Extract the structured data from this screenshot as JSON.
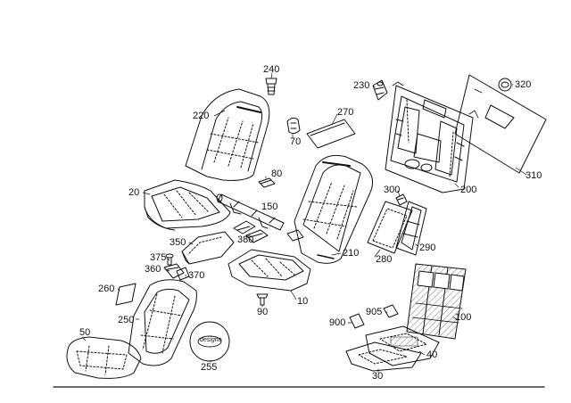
{
  "diagram": {
    "part_numbers": [
      "240",
      "230",
      "320",
      "220",
      "270",
      "70",
      "80",
      "20",
      "150",
      "300",
      "200",
      "310",
      "350",
      "380",
      "210",
      "290",
      "375",
      "360",
      "370",
      "280",
      "260",
      "10",
      "90",
      "100",
      "905",
      "900",
      "250",
      "50",
      "40",
      "255",
      "30"
    ],
    "badge_text": "designo"
  },
  "colors": {
    "line": "#111111",
    "background": "#ffffff",
    "hatch": "#555555"
  }
}
